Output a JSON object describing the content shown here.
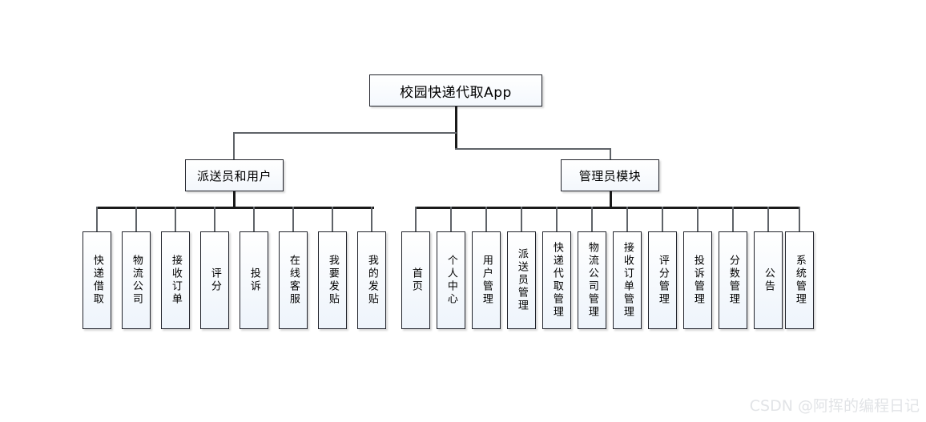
{
  "diagram": {
    "type": "tree-hierarchy",
    "title": "校园快递代取App",
    "root": {
      "label": "校园快递代取App"
    },
    "branches": [
      {
        "id": "user-module",
        "label": "派送员和用户",
        "leaves": [
          {
            "label": "快递借取"
          },
          {
            "label": "物流公司"
          },
          {
            "label": "接收订单"
          },
          {
            "label": "评分"
          },
          {
            "label": "投诉"
          },
          {
            "label": "在线客服"
          },
          {
            "label": "我要发贴"
          },
          {
            "label": "我的发贴"
          }
        ]
      },
      {
        "id": "admin-module",
        "label": "管理员模块",
        "leaves": [
          {
            "label": "首页"
          },
          {
            "label": "个人中心"
          },
          {
            "label": "用户管理"
          },
          {
            "label": "派送员管理"
          },
          {
            "label": "快递代取管理"
          },
          {
            "label": "物流公司管理"
          },
          {
            "label": "接收订单管理"
          },
          {
            "label": "评分管理"
          },
          {
            "label": "投诉管理"
          },
          {
            "label": "分数管理"
          },
          {
            "label": "公告"
          },
          {
            "label": "系统管理"
          }
        ]
      }
    ]
  },
  "watermark": {
    "text": "CSDN @阿挥的编程日记"
  },
  "colors": {
    "background": "#ffffff",
    "box_border": "#21232b",
    "box_fill": "#fdfdfe",
    "connector": "#5f6368",
    "connector_thick": "#1a1a1a",
    "text": "#000000",
    "watermark": "#e2e4e7"
  }
}
